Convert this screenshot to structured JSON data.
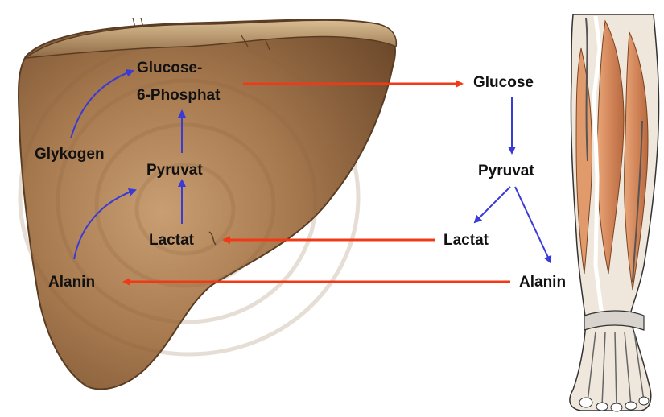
{
  "liver": {
    "glucose_6_phosphat_line1": "Glucose-",
    "glucose_6_phosphat_line2": "6-Phosphat",
    "glykogen": "Glykogen",
    "pyruvat": "Pyruvat",
    "lactat": "Lactat",
    "alanin": "Alanin"
  },
  "muscle": {
    "glucose": "Glucose",
    "pyruvat": "Pyruvat",
    "lactat": "Lactat",
    "alanin": "Alanin"
  },
  "colors": {
    "transport_arrow": "#f03a17",
    "reaction_arrow": "#3a3ad6",
    "liver_fill": "#a6784e",
    "liver_edge": "#5a3c22"
  },
  "icons": {
    "liver": "liver-organ-illustration",
    "leg": "leg-muscle-illustration"
  }
}
